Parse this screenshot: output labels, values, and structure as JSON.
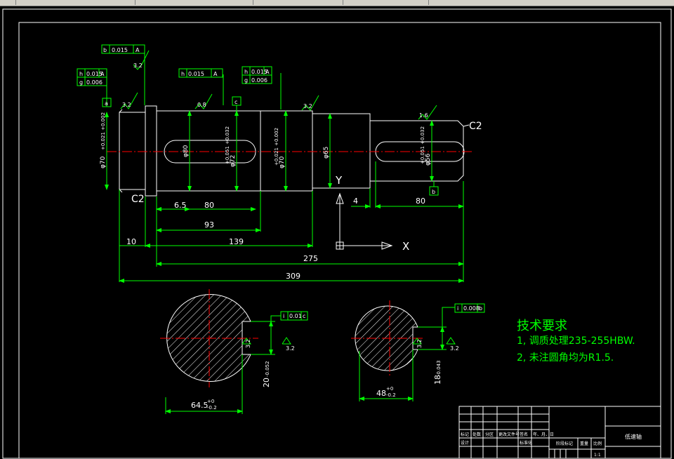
{
  "colors": {
    "background": "#000000",
    "green": "#00ff00",
    "white": "#ffffff",
    "red": "#ff0000",
    "yellow": "#ffff00"
  },
  "tolerance_frames": {
    "b": {
      "letter": "b",
      "value": "0.015",
      "datum": "A"
    },
    "h_main": {
      "letter": "h",
      "value": "0.015",
      "datum": "A"
    },
    "g_main": {
      "letter": "g",
      "value": "0.006",
      "datum": ""
    },
    "h_mid": {
      "letter": "h",
      "value": "0.015",
      "datum": "A"
    },
    "h_right": {
      "letter": "h",
      "value": "0.015",
      "datum": "A"
    },
    "g_right": {
      "letter": "g",
      "value": "0.006",
      "datum": ""
    }
  },
  "datums": {
    "a": "a",
    "c": "c",
    "b": "b"
  },
  "roughness": {
    "r1": "3.2",
    "r2": "3.2",
    "r3": "0.8",
    "r4": "3.2",
    "r5": "1.6",
    "r6": "3.2",
    "r7": "3.2"
  },
  "chamfers": {
    "right": "C2",
    "left": "C2"
  },
  "diameters": {
    "d1": "φ70",
    "d1_tol": "+0.021 +0.002",
    "d2": "φ80",
    "d3": "φ72",
    "d3_tol": "+0.051 +0.032",
    "d4": "φ70",
    "d4_tol": "+0.021 +0.002",
    "d5": "φ65",
    "d6": "φ56",
    "d6_tol": "+0.051 +0.032"
  },
  "dimensions": {
    "d_6_5": "6.5",
    "d_80": "80",
    "d_93": "93",
    "d_10": "10",
    "d_139": "139",
    "d_275": "275",
    "d_309": "309",
    "d_4": "4",
    "d_80r": "80"
  },
  "axes": {
    "x": "X",
    "y": "Y"
  },
  "sections": {
    "left": {
      "width": "64.5",
      "width_tol_up": "+0",
      "width_tol_dn": "-0.2",
      "key": "20",
      "key_tol": "-0.052",
      "sym_letter": "i",
      "sym_value": "0.01",
      "sym_datum": "c",
      "roughness": "3.2",
      "roughness2": "3.2"
    },
    "right": {
      "width": "48",
      "width_tol_up": "+0",
      "width_tol_dn": "-0.2",
      "key": "18",
      "key_tol": "-0.043",
      "sym_letter": "i",
      "sym_value": "0.008",
      "sym_datum": "b",
      "roughness": "3.2",
      "roughness2": "3.2"
    }
  },
  "tech": {
    "title": "技术要求",
    "line1": "1, 调质处理235-255HBW.",
    "line2": "2, 未注圆角均为R1.5."
  },
  "titleblock": {
    "name": "低速轴",
    "row_labels": [
      "标记",
      "处数",
      "分区",
      "更改文件号",
      "签名",
      "年、月、日"
    ],
    "design_label": "设计",
    "standard_label": "标准化",
    "stage_label": "阶段标记",
    "weight_label": "重量",
    "scale_label": "比例",
    "scale_value": "1:1"
  }
}
